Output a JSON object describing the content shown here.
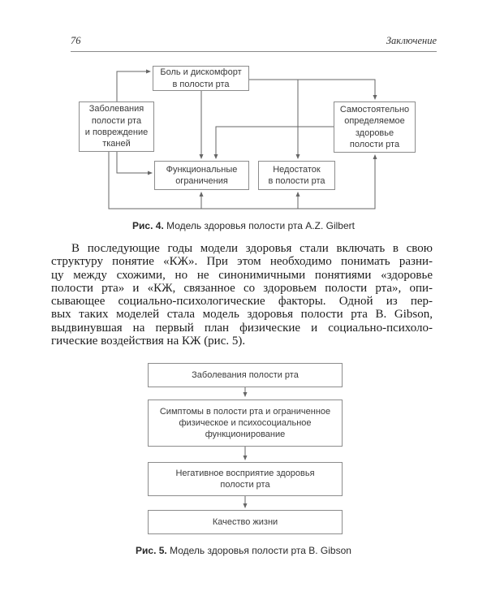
{
  "header": {
    "page_number": "76",
    "running_title": "Заключение"
  },
  "figure4": {
    "boxes": {
      "pain": "Боль и дискомфорт\nв полости рта",
      "disease": "Заболевания\nполости рта\nи повреждение\nтканей",
      "self_rated": "Самостоятельно\nопределяемое\nздоровье\nполости рта",
      "functional": "Функциональные\nограничения",
      "deficiency": "Недостаток\nв полости рта"
    },
    "caption_label": "Рис. 4.",
    "caption_text": " Модель здоровья полости рта A.Z. Gilbert"
  },
  "paragraph": {
    "lines": [
      "В последующие годы модели здоровья стали включать в свою",
      "структуру понятие «КЖ». При этом необходимо понимать разни-",
      "цу между схожими, но не синонимичными понятиями «здоровье",
      "полости рта» и «КЖ, связанное со здоровьем полости рта», опи-",
      "сывающее социально-психологические факторы. Одной из пер-",
      "вых таких моделей стала модель здоровья полости рта B. Gibson,",
      "выдвинувшая на первый план физические и социально-психоло-",
      "гические воздействия на КЖ (рис. 5)."
    ]
  },
  "figure5": {
    "boxes": [
      "Заболевания полости рта",
      "Симптомы в полости рта и ограниченное\nфизическое и психосоциальное\nфункционирование",
      "Негативное восприятие здоровья\nполости рта",
      "Качество жизни"
    ],
    "caption_label": "Рис. 5.",
    "caption_text": " Модель здоровья полости рта B. Gibson"
  },
  "colors": {
    "box_border": "#8c8c8c",
    "connector": "#666666",
    "body_text": "#1c1c1c"
  }
}
